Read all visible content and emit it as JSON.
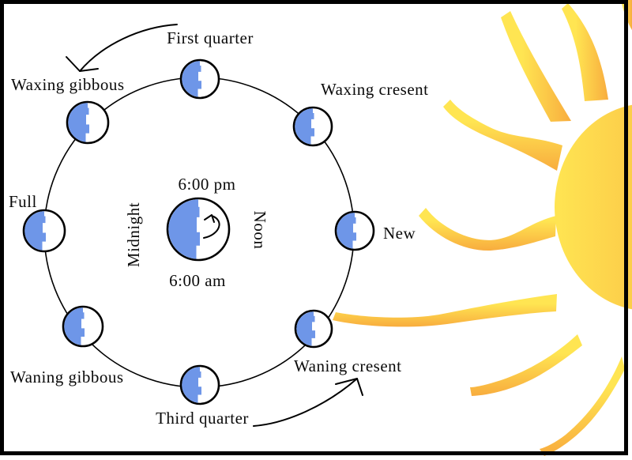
{
  "diagram": {
    "phase_labels": {
      "first_quarter": "First quarter",
      "waxing_gibbous": "Waxing gibbous",
      "waxing_cresent": "Waxing cresent",
      "full": "Full",
      "new": "New",
      "waning_gibbous": "Waning gibbous",
      "third_quarter": "Third quarter",
      "waning_cresent": "Waning cresent"
    },
    "earth_labels": {
      "pm": "6:00 pm",
      "am": "6:00 am",
      "left": "Midnight",
      "right": "Noon"
    },
    "colors": {
      "night_blue": "#6E96E8",
      "outline": "#000000",
      "sun_yellow": "#FFE552",
      "sun_orange": "#F8AC3E",
      "background": "#FFFFFF"
    }
  }
}
